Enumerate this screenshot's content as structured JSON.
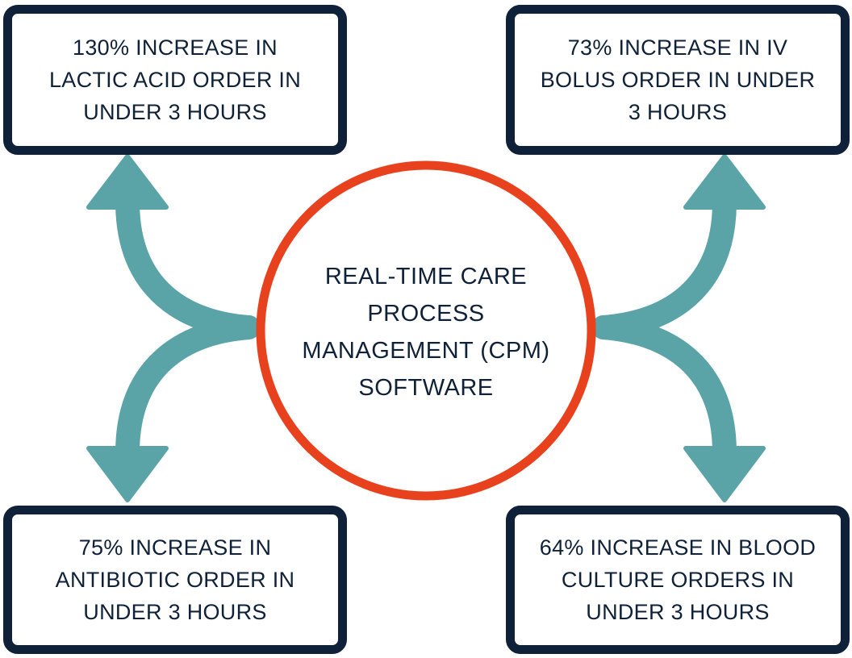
{
  "colors": {
    "navy": "#0f2138",
    "arrow_teal": "#5aa3a7",
    "circle_red": "#e8411e",
    "background": "#ffffff"
  },
  "center": {
    "text": "REAL-TIME CARE\nPROCESS\nMANAGEMENT (CPM)\nSOFTWARE"
  },
  "boxes": {
    "top_left": "130% INCREASE IN\nLACTIC ACID ORDER IN\nUNDER 3 HOURS",
    "top_right": "73% INCREASE IN IV\nBOLUS ORDER IN UNDER\n3 HOURS",
    "bottom_left": "75% INCREASE IN\nANTIBIOTIC ORDER  IN\nUNDER  3 HOURS",
    "bottom_right": "64% INCREASE IN BLOOD\nCULTURE ORDERS IN\nUNDER 3 HOURS"
  },
  "arrows": [
    "top-left",
    "bottom-left",
    "top-right",
    "bottom-right"
  ]
}
